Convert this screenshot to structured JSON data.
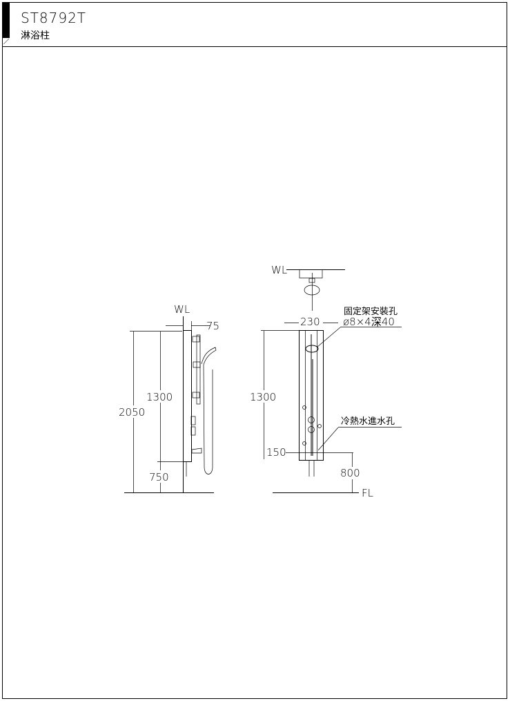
{
  "title_block": {
    "model": "ST8792T",
    "name": "淋浴柱"
  },
  "side_view": {
    "wall_label": "WL",
    "offset_dim": "75",
    "total_height_dim": "2050",
    "mount_height_dim": "1300",
    "inlet_height_dim": "750"
  },
  "front_view": {
    "wall_label": "WL",
    "floor_label": "FL",
    "width_dim": "230",
    "height_dim": "1300",
    "inlet_spacing_dim": "150",
    "inlet_floor_dim": "800",
    "bracket_note_line1": "固定架安裝孔",
    "bracket_note_line2": "ø8×4深40",
    "inlet_note": "冷熱水進水孔"
  }
}
